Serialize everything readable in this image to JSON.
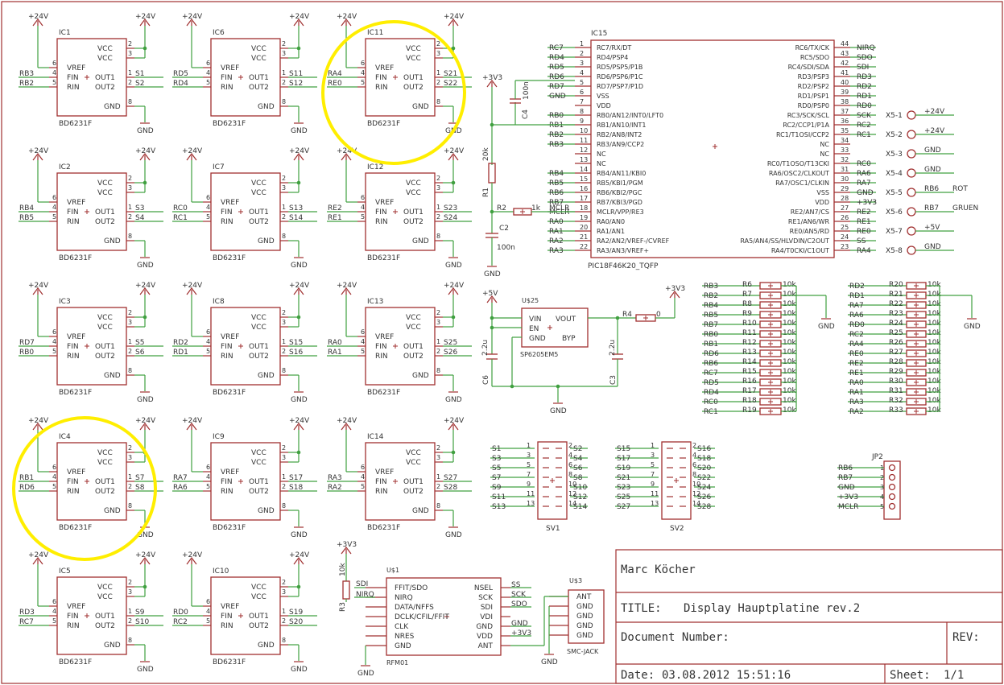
{
  "title_block": {
    "author": "Marc Köcher",
    "title_label": "TITLE:",
    "title": "Display Hauptplatine rev.2",
    "docnum_label": "Document Number:",
    "rev_label": "REV:",
    "date_label": "Date:",
    "date": "03.08.2012 15:51:16",
    "sheet_label": "Sheet:",
    "sheet": "1/1"
  },
  "drivers": {
    "part": "BD6231F",
    "supply": "+24V",
    "gnd": "GND",
    "pins": {
      "vcc": "VCC",
      "vref": "VREF",
      "fin": "FIN",
      "rin": "RIN",
      "out1": "OUT1",
      "out2": "OUT2",
      "gnd": "GND"
    },
    "pin_numbers": {
      "vcc1": "2",
      "vcc2": "3",
      "vref": "6",
      "fin": "4",
      "rin": "5",
      "out1": "1",
      "out2": "2",
      "gnd": "8"
    },
    "chips": [
      {
        "name": "IC1",
        "in1": "RB3",
        "in2": "RB2",
        "out1": "S1",
        "out2": "S2"
      },
      {
        "name": "IC6",
        "in1": "RD5",
        "in2": "RD4",
        "out1": "S11",
        "out2": "S12"
      },
      {
        "name": "IC11",
        "in1": "RA4",
        "in2": "RE0",
        "out1": "S21",
        "out2": "S22"
      },
      {
        "name": "IC2",
        "in1": "RB4",
        "in2": "RB5",
        "out1": "S3",
        "out2": "S4"
      },
      {
        "name": "IC7",
        "in1": "RC0",
        "in2": "RC1",
        "out1": "S13",
        "out2": "S14"
      },
      {
        "name": "IC12",
        "in1": "RE2",
        "in2": "RE1",
        "out1": "S23",
        "out2": "S24"
      },
      {
        "name": "IC3",
        "in1": "RD7",
        "in2": "RB0",
        "out1": "S5",
        "out2": "S6"
      },
      {
        "name": "IC8",
        "in1": "RD2",
        "in2": "RD1",
        "out1": "S15",
        "out2": "S16"
      },
      {
        "name": "IC13",
        "in1": "RA0",
        "in2": "RA1",
        "out1": "S25",
        "out2": "S26"
      },
      {
        "name": "IC4",
        "in1": "RB1",
        "in2": "RD6",
        "out1": "S7",
        "out2": "S8"
      },
      {
        "name": "IC9",
        "in1": "RA7",
        "in2": "RA6",
        "out1": "S17",
        "out2": "S18"
      },
      {
        "name": "IC14",
        "in1": "RA3",
        "in2": "RA2",
        "out1": "S27",
        "out2": "S28"
      },
      {
        "name": "IC5",
        "in1": "RD3",
        "in2": "RC7",
        "out1": "S9",
        "out2": "S10"
      },
      {
        "name": "IC10",
        "in1": "RD0",
        "in2": "RC2",
        "out1": "S19",
        "out2": "S20"
      }
    ]
  },
  "mcu": {
    "name": "IC15",
    "part": "PIC18F46K20_TQFP",
    "left_pins": [
      {
        "num": "1",
        "pin": "RC7/RX/DT",
        "net": "RC7"
      },
      {
        "num": "2",
        "pin": "RD4/PSP4",
        "net": "RD4"
      },
      {
        "num": "3",
        "pin": "RD5/PSP5/P1B",
        "net": "RD5"
      },
      {
        "num": "4",
        "pin": "RD6/PSP6/P1C",
        "net": "RD6"
      },
      {
        "num": "5",
        "pin": "RD7/PSP7/P1D",
        "net": "RD7"
      },
      {
        "num": "6",
        "pin": "VSS",
        "net": "GND"
      },
      {
        "num": "7",
        "pin": "VDD",
        "net": ""
      },
      {
        "num": "8",
        "pin": "RB0/AN12/INT0/LFT0",
        "net": "RB0"
      },
      {
        "num": "9",
        "pin": "RB1/AN10/INT1",
        "net": "RB1"
      },
      {
        "num": "10",
        "pin": "RB2/AN8/INT2",
        "net": "RB2"
      },
      {
        "num": "11",
        "pin": "RB3/AN9/CCP2",
        "net": "RB3"
      },
      {
        "num": "12",
        "pin": "NC",
        "net": ""
      },
      {
        "num": "13",
        "pin": "NC",
        "net": ""
      },
      {
        "num": "14",
        "pin": "RB4/AN11/KBI0",
        "net": "RB4"
      },
      {
        "num": "15",
        "pin": "RB5/KBI1/PGM",
        "net": "RB5"
      },
      {
        "num": "16",
        "pin": "RB6/KBI2/PGC",
        "net": "RB6"
      },
      {
        "num": "17",
        "pin": "RB7/KBI3/PGD",
        "net": "RB7"
      },
      {
        "num": "18",
        "pin": "MCLR/VPP/RE3",
        "net": "MCLR"
      },
      {
        "num": "19",
        "pin": "RA0/AN0",
        "net": "RA0"
      },
      {
        "num": "20",
        "pin": "RA1/AN1",
        "net": "RA1"
      },
      {
        "num": "21",
        "pin": "RA2/AN2/VREF-/CVREF",
        "net": "RA2"
      },
      {
        "num": "22",
        "pin": "RA3/AN3/VREF+",
        "net": "RA3"
      }
    ],
    "right_pins": [
      {
        "num": "44",
        "pin": "RC6/TX/CK",
        "net": "NIRQ"
      },
      {
        "num": "43",
        "pin": "RC5/SDO",
        "net": "SDO"
      },
      {
        "num": "42",
        "pin": "RC4/SDI/SDA",
        "net": "SDI"
      },
      {
        "num": "41",
        "pin": "RD3/PSP3",
        "net": "RD3"
      },
      {
        "num": "40",
        "pin": "RD2/PSP2",
        "net": "RD2"
      },
      {
        "num": "39",
        "pin": "RD1/PSP1",
        "net": "RD1"
      },
      {
        "num": "38",
        "pin": "RD0/PSP0",
        "net": "RD0"
      },
      {
        "num": "37",
        "pin": "RC3/SCK/SCL",
        "net": "SCK"
      },
      {
        "num": "36",
        "pin": "RC2/CCP1/P1A",
        "net": "RC2"
      },
      {
        "num": "35",
        "pin": "RC1/T1OSI/CCP2",
        "net": "RC1"
      },
      {
        "num": "34",
        "pin": "NC",
        "net": ""
      },
      {
        "num": "33",
        "pin": "NC",
        "net": ""
      },
      {
        "num": "32",
        "pin": "RC0/T1OSO/T13CKI",
        "net": "RC0"
      },
      {
        "num": "31",
        "pin": "RA6/OSC2/CLKOUT",
        "net": "RA6"
      },
      {
        "num": "30",
        "pin": "RA7/OSC1/CLKIN",
        "net": "RA7"
      },
      {
        "num": "29",
        "pin": "VSS",
        "net": "GND"
      },
      {
        "num": "28",
        "pin": "VDD",
        "net": "+3V3"
      },
      {
        "num": "27",
        "pin": "RE2/AN7/CS",
        "net": "RE2"
      },
      {
        "num": "26",
        "pin": "RE1/AN6/WR",
        "net": "RE1"
      },
      {
        "num": "25",
        "pin": "RE0/AN5/RD",
        "net": "RE0"
      },
      {
        "num": "24",
        "pin": "RA5/AN4/SS/HLVDIN/C2OUT",
        "net": "SS"
      },
      {
        "num": "23",
        "pin": "RA4/T0CKI/C1OUT",
        "net": "RA4"
      }
    ]
  },
  "connector_x5": {
    "pins": [
      {
        "name": "X5-1",
        "net": "+24V",
        "extra": ""
      },
      {
        "name": "X5-2",
        "net": "+24V",
        "extra": ""
      },
      {
        "name": "X5-3",
        "net": "GND",
        "extra": ""
      },
      {
        "name": "X5-4",
        "net": "GND",
        "extra": ""
      },
      {
        "name": "X5-5",
        "net": "RB6",
        "extra": "ROT"
      },
      {
        "name": "X5-6",
        "net": "RB7",
        "extra": "GRUEN"
      },
      {
        "name": "X5-7",
        "net": "+5V",
        "extra": ""
      },
      {
        "name": "X5-8",
        "net": "GND",
        "extra": ""
      }
    ]
  },
  "decoupling": {
    "vcc": "+3V3",
    "gnd": "GND",
    "c4_name": "C4",
    "c4_val": "100n",
    "r1_name": "R1",
    "r1_val": "20k",
    "r2_name": "R2",
    "r2_val": "1k",
    "c2_name": "C2",
    "c2_val": "100n",
    "mclr": "MCLR"
  },
  "regulator": {
    "name": "U$25",
    "part": "SP6205EM5",
    "vin": "VIN",
    "en": "EN",
    "gnd_pin": "GND",
    "vout": "VOUT",
    "byp": "BYP",
    "supply": "+5V",
    "out": "+3V3",
    "gnd": "GND",
    "c6_name": "C6",
    "c6_val": "2.2u",
    "c3_name": "C3",
    "c3_val": "2.2u",
    "r4_name": "R4",
    "r4_val": "0"
  },
  "resistor_arrays": {
    "value": "10k",
    "gnd": "GND",
    "left": [
      {
        "net": "RB3",
        "name": "R6"
      },
      {
        "net": "RB2",
        "name": "R7"
      },
      {
        "net": "RB4",
        "name": "R8"
      },
      {
        "net": "RB5",
        "name": "R9"
      },
      {
        "net": "RB7",
        "name": "R10"
      },
      {
        "net": "RB0",
        "name": "R11"
      },
      {
        "net": "RB1",
        "name": "R12"
      },
      {
        "net": "RD6",
        "name": "R13"
      },
      {
        "net": "RB6",
        "name": "R14"
      },
      {
        "net": "RC7",
        "name": "R15"
      },
      {
        "net": "RD5",
        "name": "R16"
      },
      {
        "net": "RD4",
        "name": "R17"
      },
      {
        "net": "RC0",
        "name": "R18"
      },
      {
        "net": "RC1",
        "name": "R19"
      }
    ],
    "right": [
      {
        "net": "RD2",
        "name": "R20"
      },
      {
        "net": "RD1",
        "name": "R21"
      },
      {
        "net": "RA7",
        "name": "R22"
      },
      {
        "net": "RA6",
        "name": "R23"
      },
      {
        "net": "RD0",
        "name": "R24"
      },
      {
        "net": "RC2",
        "name": "R25"
      },
      {
        "net": "RA4",
        "name": "R26"
      },
      {
        "net": "RE0",
        "name": "R27"
      },
      {
        "net": "RE2",
        "name": "R28"
      },
      {
        "net": "RE1",
        "name": "R29"
      },
      {
        "net": "RA0",
        "name": "R30"
      },
      {
        "net": "RA1",
        "name": "R31"
      },
      {
        "net": "RA3",
        "name": "R32"
      },
      {
        "net": "RA2",
        "name": "R33"
      }
    ]
  },
  "headers": {
    "sv1": {
      "name": "SV1",
      "left": [
        "S1",
        "S3",
        "S5",
        "S7",
        "S9",
        "S11",
        "S13"
      ],
      "right": [
        "S2",
        "S4",
        "S6",
        "S8",
        "S10",
        "S12",
        "S14"
      ],
      "lnum": [
        "1",
        "3",
        "5",
        "7",
        "9",
        "11",
        "13"
      ],
      "rnum": [
        "2",
        "4",
        "6",
        "8",
        "10",
        "12",
        "14"
      ]
    },
    "sv2": {
      "name": "SV2",
      "left": [
        "S15",
        "S17",
        "S19",
        "S21",
        "S23",
        "S25",
        "S27"
      ],
      "right": [
        "S16",
        "S18",
        "S20",
        "S22",
        "S24",
        "S26",
        "S28"
      ],
      "lnum": [
        "1",
        "3",
        "5",
        "7",
        "9",
        "11",
        "13"
      ],
      "rnum": [
        "2",
        "4",
        "6",
        "8",
        "10",
        "12",
        "14"
      ]
    }
  },
  "jp2": {
    "name": "JP2",
    "nets": [
      "RB6",
      "RB7",
      "GND",
      "+3V3",
      "MCLR"
    ],
    "nums": [
      "1",
      "2",
      "3",
      "4",
      "5"
    ]
  },
  "radio": {
    "name": "U$1",
    "part": "RFM01",
    "left_pins": [
      "FFIT/SDO",
      "NIRQ",
      "DATA/NFFS",
      "DCLK/CFIL/FFIT",
      "CLK",
      "NRES",
      "GND"
    ],
    "right_pins": [
      "NSEL",
      "SCK",
      "SDI",
      "VDI",
      "GND",
      "VDD",
      "ANT"
    ],
    "left_nets": [
      "SDI",
      "NIRQ"
    ],
    "right_nets": [
      "SS",
      "SCK",
      "SDO",
      "",
      "GND",
      "+3V3",
      ""
    ],
    "r3_name": "R3",
    "r3_val": "10k",
    "supply": "+3V3",
    "gnd": "GND"
  },
  "sma": {
    "name": "U$3",
    "part": "SMC-JACK",
    "pins": [
      "ANT",
      "GND",
      "GND",
      "GND",
      "GND"
    ],
    "gnd": "GND"
  }
}
